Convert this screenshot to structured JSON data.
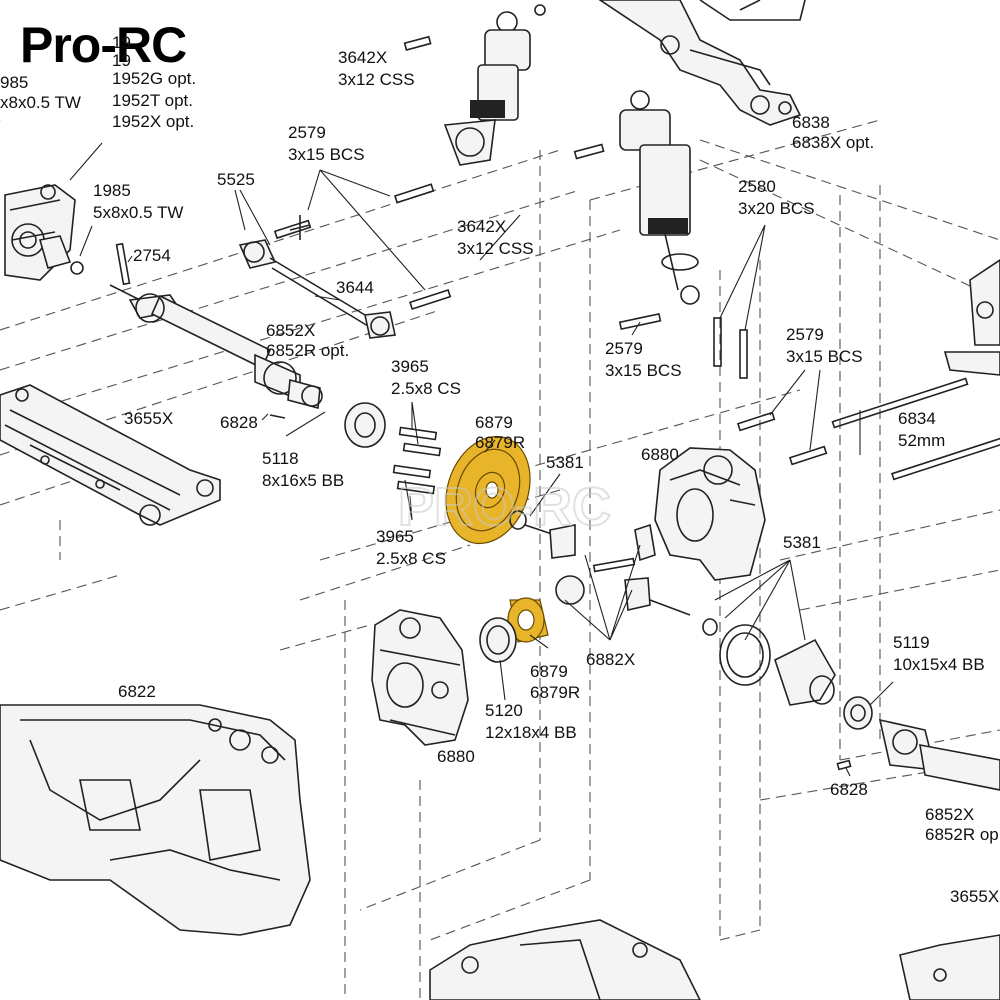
{
  "brand": {
    "logo": "Pro-RC",
    "watermark": "PRO-RC",
    "highlight_color": "#e8b42a"
  },
  "labels": {
    "l1952_partial1": "19",
    "l1952_partial2": "19",
    "l1952g": "1952G opt.",
    "l1952t": "1952T opt.",
    "l1952x": "1952X opt.",
    "l1985_top_num": "985",
    "l1985_top_size": "x8x0.5 TW",
    "l3642x_top_num": "3642X",
    "l3642x_top_size": "3x12 CSS",
    "l6838_num": "6838",
    "l6838_opt": "6838X opt.",
    "l2579_a_num": "2579",
    "l2579_a_size": "3x15 BCS",
    "l1985_num": "1985",
    "l1985_size": "5x8x0.5 TW",
    "l5525": "5525",
    "l2754": "2754",
    "l3642x_mid_num": "3642X",
    "l3642x_mid_size": "3x12 CSS",
    "l2580_num": "2580",
    "l2580_size": "3x20 BCS",
    "l3644": "3644",
    "l6852x_a_num": "6852X",
    "l6852x_a_opt": "6852R opt.",
    "l2579_b_num": "2579",
    "l2579_b_size": "3x15 BCS",
    "l2579_c_num": "2579",
    "l2579_c_size": "3x15 BCS",
    "l3965_a_num": "3965",
    "l3965_a_size": "2.5x8 CS",
    "l3655x_a": "3655X",
    "l6828_a": "6828",
    "l6879_a_num": "6879",
    "l6879_a_opt": "6879R",
    "l6834_num": "6834",
    "l6834_size": "52mm",
    "l5118_num": "5118",
    "l5118_size": "8x16x5  BB",
    "l5381_a": "5381",
    "l6880_a": "6880",
    "l3965_b_num": "3965",
    "l3965_b_size": "2.5x8 CS",
    "l5381_b": "5381",
    "l6879_b_num": "6879",
    "l6879_b_opt": "6879R",
    "l6882x": "6882X",
    "l5119_num": "5119",
    "l5119_size": "10x15x4 BB",
    "l6822": "6822",
    "l5120_num": "5120",
    "l5120_size": "12x18x4 BB",
    "l6880_b": "6880",
    "l6828_b": "6828",
    "l6852x_b_num": "6852X",
    "l6852x_b_opt": "6852R op",
    "l3655x_b": "3655X"
  }
}
